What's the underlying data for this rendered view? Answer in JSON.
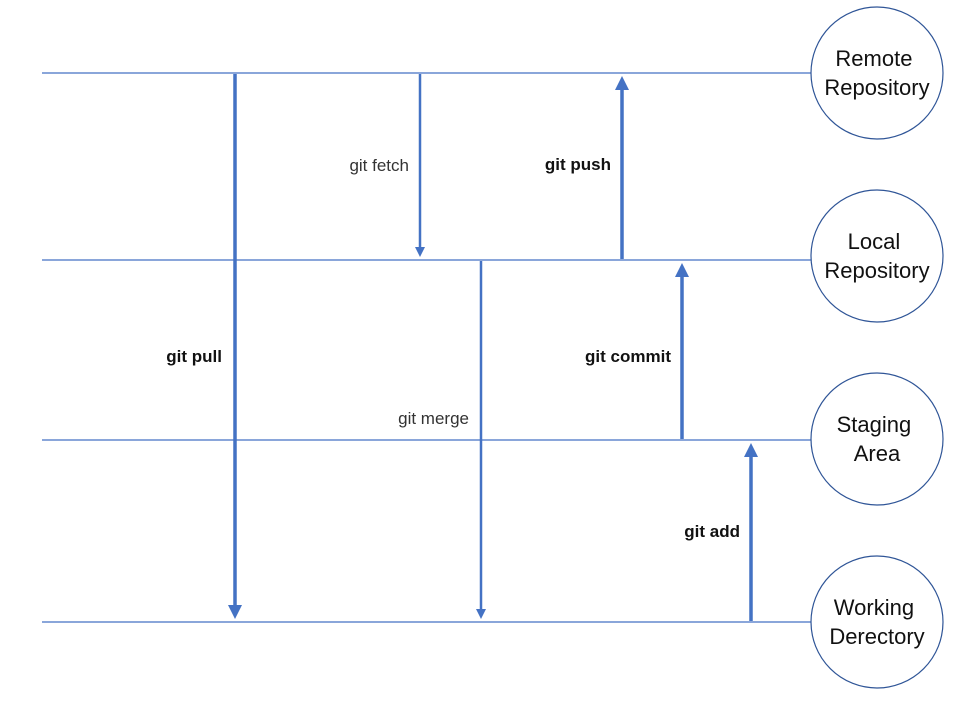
{
  "stages": [
    {
      "id": "remote",
      "lines": [
        "Remote",
        "Repository"
      ]
    },
    {
      "id": "local",
      "lines": [
        "Local",
        "Repository"
      ]
    },
    {
      "id": "staging",
      "lines": [
        "Staging",
        "Area"
      ]
    },
    {
      "id": "working",
      "lines": [
        "Working",
        "Derectory"
      ]
    }
  ],
  "commands": [
    {
      "id": "git-pull",
      "label": "git pull",
      "from": "remote",
      "to": "working",
      "bold": true
    },
    {
      "id": "git-fetch",
      "label": "git fetch",
      "from": "remote",
      "to": "local",
      "bold": false
    },
    {
      "id": "git-merge",
      "label": "git merge",
      "from": "local",
      "to": "working",
      "bold": false
    },
    {
      "id": "git-push",
      "label": "git push",
      "from": "local",
      "to": "remote",
      "bold": true
    },
    {
      "id": "git-commit",
      "label": "git commit",
      "from": "staging",
      "to": "local",
      "bold": true
    },
    {
      "id": "git-add",
      "label": "git add",
      "from": "working",
      "to": "staging",
      "bold": true
    }
  ],
  "colors": {
    "line": "#4472C4",
    "arrow": "#4472C4",
    "circle_stroke": "#2F5597",
    "text": "#111111"
  }
}
